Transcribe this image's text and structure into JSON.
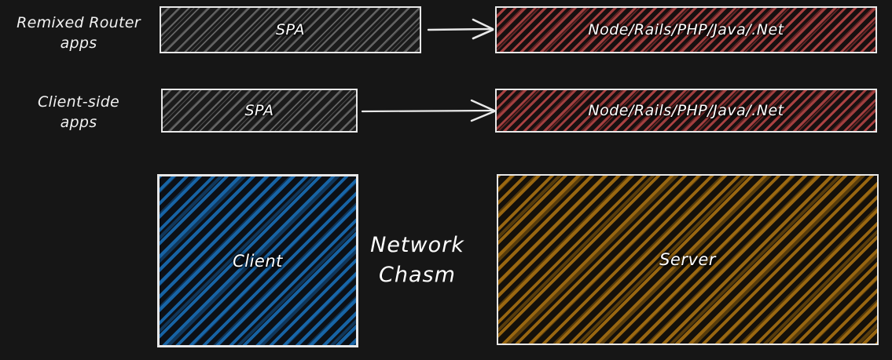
{
  "diagram": {
    "background_color": "#161616",
    "rows": [
      {
        "id": "remixed-router-apps",
        "label": "Remixed Router\napps",
        "label_line1": "Remixed Router",
        "label_line2": "apps",
        "client_box": "SPA",
        "server_box": "Node/Rails/PHP/Java/.Net",
        "arrow": "arrow-right"
      },
      {
        "id": "client-side-apps",
        "label": "Client-side\napps",
        "label_line1": "Client-side",
        "label_line2": "apps",
        "client_box": "SPA",
        "server_box": "Node/Rails/PHP/Java/.Net",
        "arrow": "arrow-right"
      }
    ],
    "client_zone": {
      "label": "Client",
      "fill_color": "#186ab0"
    },
    "server_zone": {
      "label": "Server",
      "fill_color": "#9f6b11"
    },
    "chasm": {
      "line1": "Network",
      "line2": "Chasm"
    },
    "colors": {
      "grey_hatch": "#c8c8c8",
      "red_hatch": "#c44a4a",
      "blue_hatch": "#186ab0",
      "orange_hatch": "#9f6b11",
      "stroke": "#e8e8e8",
      "text": "#ffffff"
    }
  }
}
